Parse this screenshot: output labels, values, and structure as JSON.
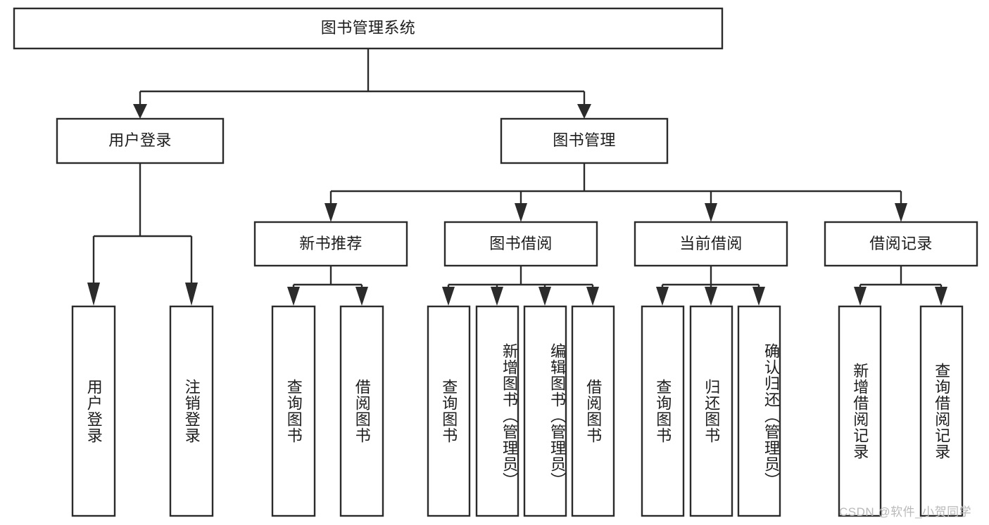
{
  "diagram": {
    "title": "图书管理系统",
    "type": "hierarchy-tree",
    "orientation": "top-down",
    "levels": 4,
    "root": {
      "id": "root",
      "label": "图书管理系统",
      "orientation": "horizontal"
    },
    "level2": [
      {
        "id": "user-login",
        "label": "用户登录",
        "orientation": "horizontal"
      },
      {
        "id": "book-management",
        "label": "图书管理",
        "orientation": "horizontal"
      }
    ],
    "level3": [
      {
        "id": "new-book-recommend",
        "label": "新书推荐",
        "parent": "book-management",
        "orientation": "horizontal"
      },
      {
        "id": "book-borrow",
        "label": "图书借阅",
        "parent": "book-management",
        "orientation": "horizontal"
      },
      {
        "id": "current-borrow",
        "label": "当前借阅",
        "parent": "book-management",
        "orientation": "horizontal"
      },
      {
        "id": "borrow-record",
        "label": "借阅记录",
        "parent": "book-management",
        "orientation": "horizontal"
      }
    ],
    "leaves": [
      {
        "id": "leaf-user-login",
        "label": "用户登录",
        "parent": "user-login",
        "orientation": "vertical"
      },
      {
        "id": "leaf-logout-login",
        "label": "注销登录",
        "parent": "user-login",
        "orientation": "vertical"
      },
      {
        "id": "leaf-query-book-1",
        "label": "查询图书",
        "parent": "new-book-recommend",
        "orientation": "vertical"
      },
      {
        "id": "leaf-borrow-book-1",
        "label": "借阅图书",
        "parent": "new-book-recommend",
        "orientation": "vertical"
      },
      {
        "id": "leaf-query-book-2",
        "label": "查询图书",
        "parent": "book-borrow",
        "orientation": "vertical"
      },
      {
        "id": "leaf-add-book",
        "label": "新增图书（管理员）",
        "parent": "book-borrow",
        "orientation": "vertical"
      },
      {
        "id": "leaf-edit-book",
        "label": "编辑图书（管理员）",
        "parent": "book-borrow",
        "orientation": "vertical"
      },
      {
        "id": "leaf-borrow-book-2",
        "label": "借阅图书",
        "parent": "book-borrow",
        "orientation": "vertical"
      },
      {
        "id": "leaf-query-book-3",
        "label": "查询图书",
        "parent": "current-borrow",
        "orientation": "vertical"
      },
      {
        "id": "leaf-return-book",
        "label": "归还图书",
        "parent": "current-borrow",
        "orientation": "vertical"
      },
      {
        "id": "leaf-confirm-return",
        "label": "确认归还（管理员）",
        "parent": "current-borrow",
        "orientation": "vertical"
      },
      {
        "id": "leaf-add-record",
        "label": "新增借阅记录",
        "parent": "borrow-record",
        "orientation": "vertical"
      },
      {
        "id": "leaf-query-record",
        "label": "查询借阅记录",
        "parent": "borrow-record",
        "orientation": "vertical"
      }
    ]
  },
  "watermark": {
    "text": "CSDN @软件_小贺同学"
  },
  "colors": {
    "box_border": "#2b2b2b",
    "box_fill": "#ffffff",
    "text": "#1c1c1c",
    "background": "#ffffff",
    "watermark": "#b9b9b9"
  }
}
